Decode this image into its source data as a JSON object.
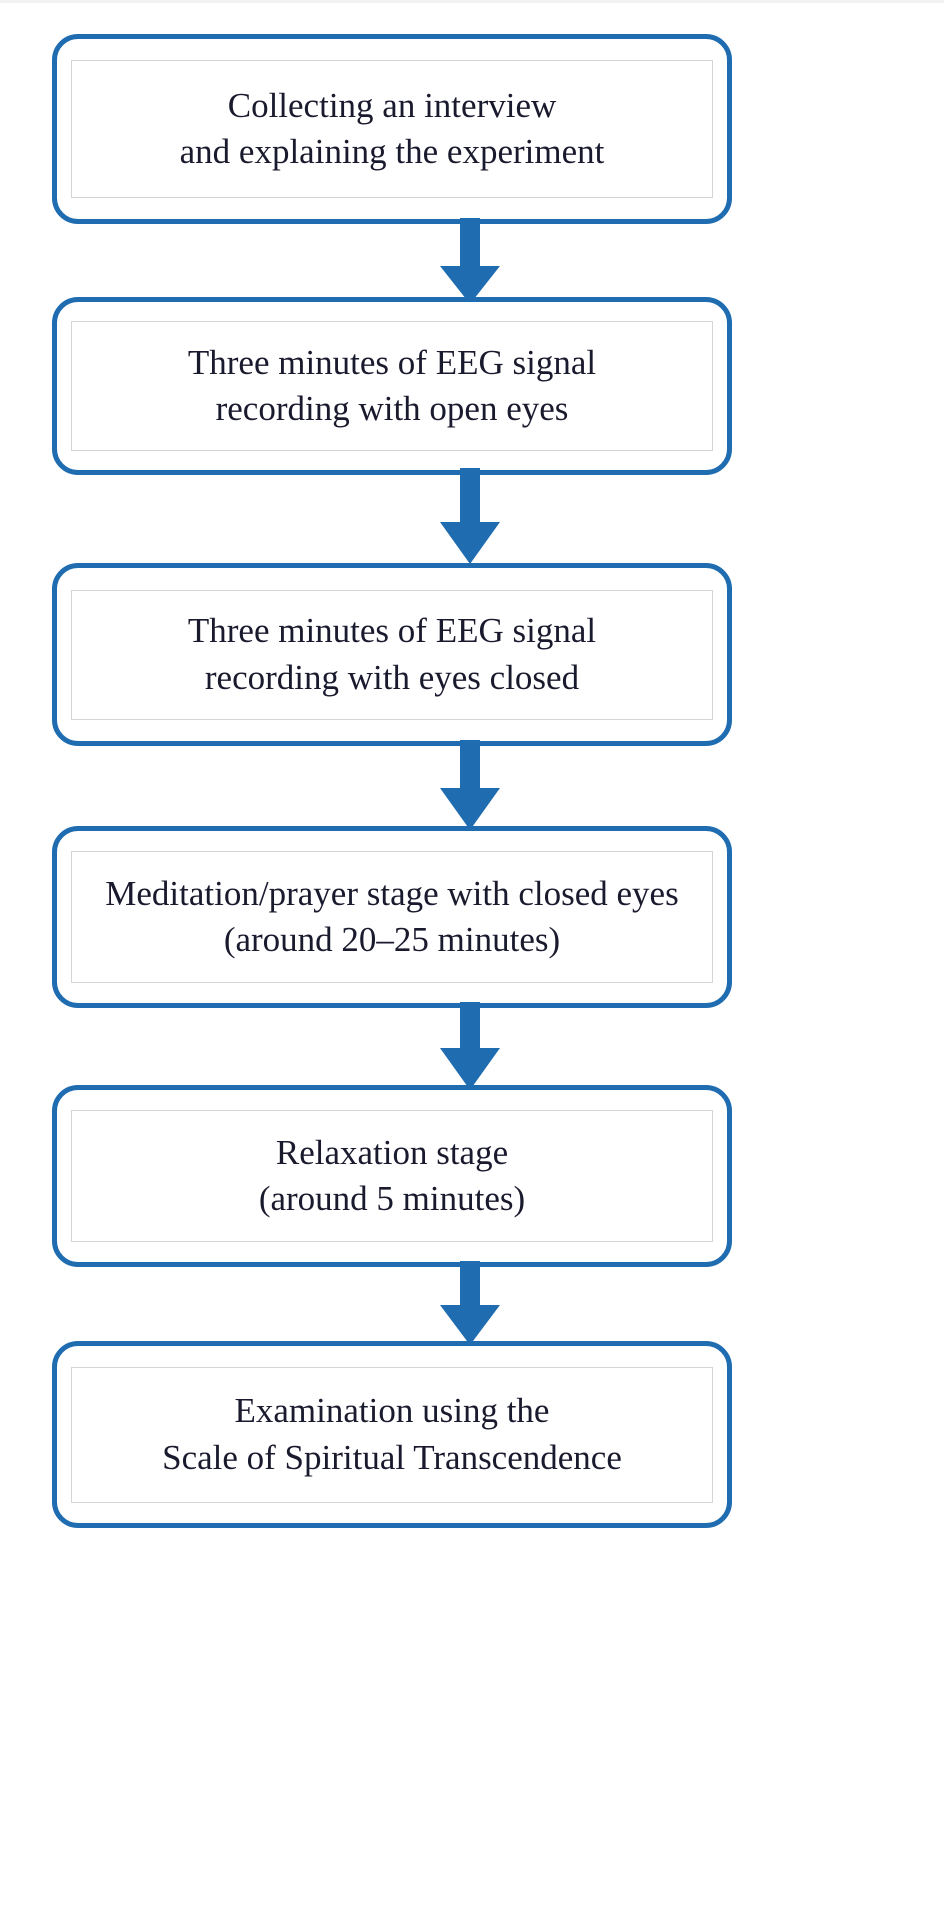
{
  "figure": {
    "type": "flowchart",
    "orientation": "vertical",
    "title": "",
    "colors": {
      "node_border": "#1f6cb0",
      "inner_border": "#d4d4d4",
      "arrow": "#1f6cb0",
      "text": "#1a1a2e",
      "background": "#ffffff"
    }
  },
  "nodes": [
    {
      "id": "collecting-interview",
      "lines": [
        "Collecting an interview",
        "and explaining  the experiment"
      ]
    },
    {
      "id": "eeg-open-eyes",
      "lines": [
        "Three minutes of EEG signal",
        "recording with open eyes"
      ]
    },
    {
      "id": "eeg-closed-eyes",
      "lines": [
        "Three minutes of EEG signal",
        "recording with eyes closed"
      ]
    },
    {
      "id": "meditation-prayer",
      "lines": [
        "Meditation/prayer stage with closed eyes",
        "(around 20–25 minutes)"
      ]
    },
    {
      "id": "relaxation",
      "lines": [
        "Relaxation stage",
        "(around 5 minutes)"
      ]
    },
    {
      "id": "examination-scale",
      "lines": [
        "Examination using the",
        "Scale of Spiritual Transcendence"
      ]
    }
  ],
  "connectors": [
    {
      "id": "arrow-1",
      "from": "collecting-interview",
      "to": "eeg-open-eyes",
      "icon": "arrow-down-icon"
    },
    {
      "id": "arrow-2",
      "from": "eeg-open-eyes",
      "to": "eeg-closed-eyes",
      "icon": "arrow-down-icon"
    },
    {
      "id": "arrow-3",
      "from": "eeg-closed-eyes",
      "to": "meditation-prayer",
      "icon": "arrow-down-icon"
    },
    {
      "id": "arrow-4",
      "from": "meditation-prayer",
      "to": "relaxation",
      "icon": "arrow-down-icon"
    },
    {
      "id": "arrow-5",
      "from": "relaxation",
      "to": "examination-scale",
      "icon": "arrow-down-icon"
    }
  ]
}
